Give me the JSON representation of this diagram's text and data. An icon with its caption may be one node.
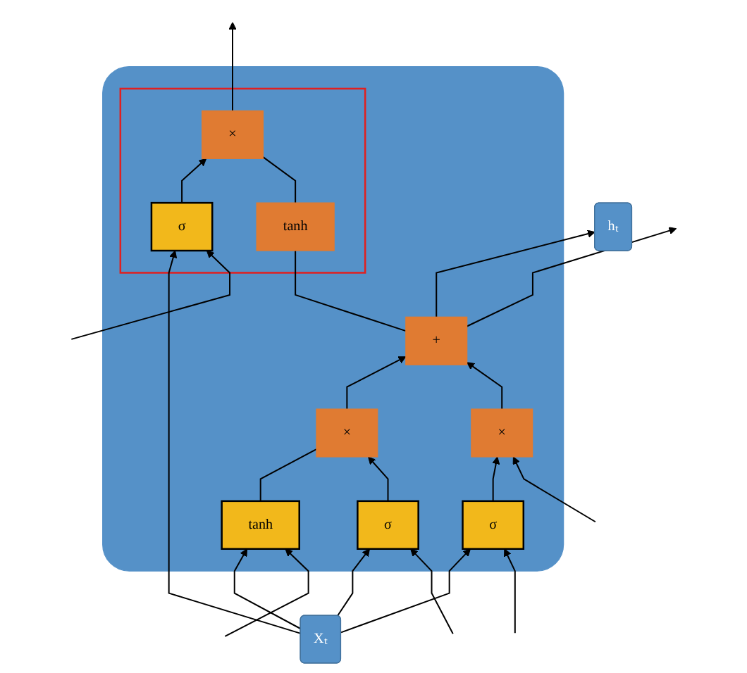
{
  "diagram": {
    "nodes": [
      {
        "text": [],
        "shape": "box"
      },
      {
        "text": [
          "×"
        ],
        "in": 0
      },
      {
        "text": [
          "+"
        ],
        "in": 0
      },
      {
        "text": [],
        "shape": "box",
        "in": 0
      },
      {
        "text": [
          "tanh"
        ],
        "in": 3
      },
      {
        "text": [
          "×"
        ],
        "in": 3
      },
      {
        "text": [
          "×"
        ],
        "in": 0
      },
      {
        "text": [
          "σ"
        ],
        "in": 0
      },
      {
        "text": [
          "σ"
        ],
        "in": 0
      },
      {
        "text": [
          "tanh"
        ],
        "in": 0
      },
      {
        "text": [
          "σ"
        ],
        "in": 3
      },
      {
        "text": [
          "hₜ"
        ]
      },
      {
        "text": [
          "Xₜ"
        ]
      }
    ],
    "edges": [
      {
        "from": null,
        "to": 1,
        "arrow": "to"
      },
      {
        "from": 1,
        "to": 2,
        "arrow": "to"
      },
      {
        "from": 2,
        "to": null,
        "arrow": "to"
      },
      {
        "from": 2,
        "to": 11,
        "arrow": "to"
      },
      {
        "from": 2,
        "to": 4,
        "arrow": "none"
      },
      {
        "from": 4,
        "to": 5,
        "arrow": "none"
      },
      {
        "from": 7,
        "to": 1,
        "arrow": "to"
      },
      {
        "from": 8,
        "to": 6,
        "arrow": "to"
      },
      {
        "from": 9,
        "to": 6,
        "arrow": "none"
      },
      {
        "from": 6,
        "to": 2,
        "arrow": "to"
      },
      {
        "from": 10,
        "to": 5,
        "arrow": "to"
      },
      {
        "from": 5,
        "to": null,
        "arrow": "to"
      },
      {
        "from": null,
        "to": 7,
        "arrow": "to"
      },
      {
        "from": null,
        "to": 8,
        "arrow": "to"
      },
      {
        "from": null,
        "to": 9,
        "arrow": "to"
      },
      {
        "from": null,
        "to": 10,
        "arrow": "to"
      },
      {
        "from": 12,
        "to": 7,
        "arrow": "to"
      },
      {
        "from": 12,
        "to": 8,
        "arrow": "to"
      },
      {
        "from": 12,
        "to": 9,
        "arrow": "to"
      },
      {
        "from": 12,
        "to": 10,
        "arrow": "to"
      }
    ]
  }
}
